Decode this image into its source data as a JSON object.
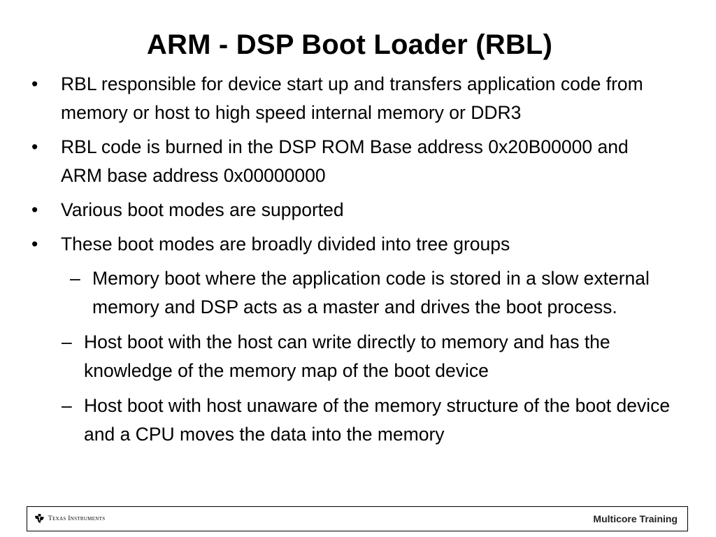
{
  "slide": {
    "title": "ARM - DSP Boot Loader (RBL)",
    "bullet_marker": "•",
    "sub_marker": "–",
    "bullets": [
      "RBL responsible for device start up and  transfers application code from memory or host to high speed internal memory or DDR3",
      "RBL code is burned in the DSP ROM Base address 0x20B00000 and ARM base address 0x00000000",
      "Various boot modes are supported",
      "These boot modes are broadly divided into tree groups"
    ],
    "sub_bullets": [
      "Memory boot  where the application code is stored in a slow external memory and DSP acts as a master and drives the boot process.",
      "Host boot with the host can write directly to memory and has the knowledge of the memory map of the boot device",
      "Host boot with host unaware of the memory structure of the boot device and a CPU moves the data into the memory"
    ]
  },
  "footer": {
    "company": "Texas Instruments",
    "company_icon": "texas-instruments-logo-icon",
    "brand": "Multicore Training"
  }
}
